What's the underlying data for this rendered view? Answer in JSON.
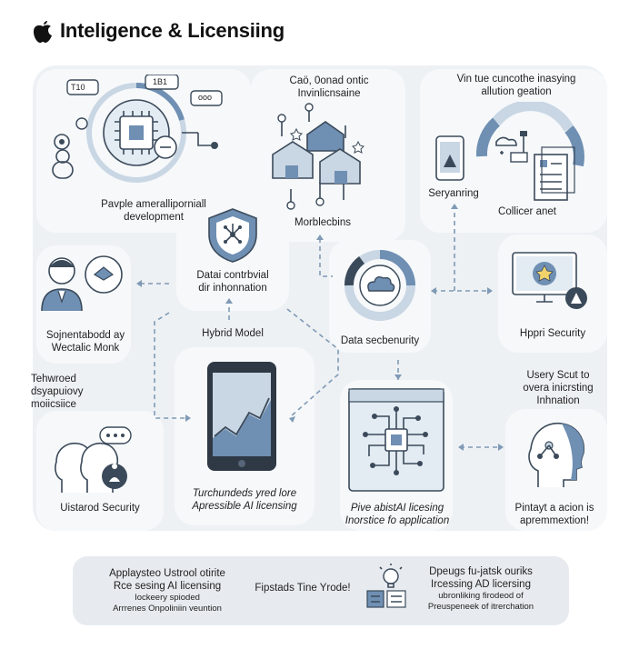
{
  "header": {
    "title": "Inteligence & Licensiing"
  },
  "nodes": {
    "top_left": {
      "label": "Pavple ameralliporniall development",
      "line1": "Pavple ameralliporniall",
      "line2": "development"
    },
    "top_center": {
      "heading1": "Caö, 0onad ontic",
      "heading2": "Invinlicnsaine",
      "label": "Morblecbins"
    },
    "top_right": {
      "heading1": "Vin tue cuncothe inasying",
      "heading2": "allution geation",
      "label_left": "Seryanring",
      "label_right": "Collicer anet"
    },
    "mid_left": {
      "line1": "Sojnentabodd ay",
      "line2": "Wectalic Monk"
    },
    "shield": {
      "line1": "Datai contrbvial",
      "line2": "dir inhonnation",
      "label": "Hybrid Model"
    },
    "data_security": {
      "label": "Data secbenurity"
    },
    "hppri": {
      "label": "Hppri Security"
    },
    "left_text": {
      "line1": "Tehwroed",
      "line2": "dsyapuiovy",
      "line3": "moiicsiice"
    },
    "phone": {
      "line1": "Turchundeds yred lore",
      "line2": "Apressible AI licensing"
    },
    "chip": {
      "line1": "Pive abistAI licesing",
      "line2": "Inorstice fo application"
    },
    "user_right": {
      "line1": "Usery Scut to",
      "line2": "overa inicrsting",
      "line3": "Inhnation"
    },
    "face": {
      "line1": "Pintayt a acion is",
      "line2": "apremmextion!"
    },
    "people": {
      "label": "Uistarod Security"
    }
  },
  "bottom_bar": {
    "left": {
      "line1": "Applaysteo Ustrool otirite",
      "line2": "Rce sesing AI licensing",
      "line3": "Iockeery spioded",
      "line4": "Arrrenes Onpoliniin veuntion"
    },
    "center": {
      "label": "Fipstads Tine Yrode!"
    },
    "right": {
      "line1": "Dpeugs fu-jatsk ouriks",
      "line2": "Ircessing AD licersing",
      "line3": "ubronliking firodeod of",
      "line4": "Preuspeneek of itrerchation"
    }
  },
  "icon_texts": {
    "bubble_a": "T10",
    "bubble_b": "1B1",
    "bubble_c": "ooo"
  },
  "colors": {
    "accent": "#6f8fb3",
    "light_accent": "#c9d6e4",
    "board": "#eef1f4",
    "line": "#7f9ab5",
    "ink": "#3b4a5a"
  }
}
